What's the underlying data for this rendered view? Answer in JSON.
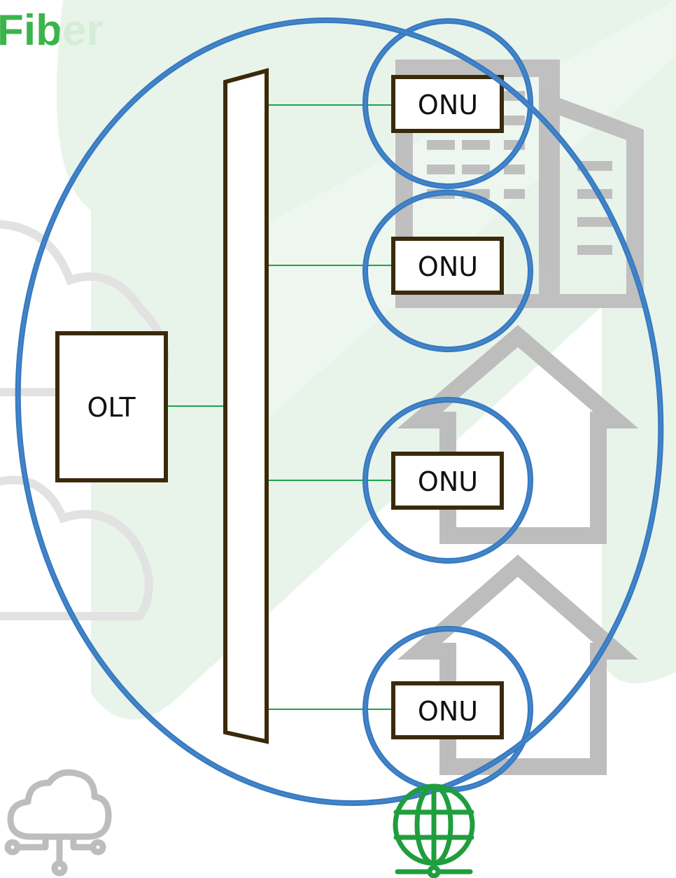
{
  "title": "Fiber",
  "olt": {
    "label": "OLT"
  },
  "onus": [
    {
      "label": "ONU"
    },
    {
      "label": "ONU"
    },
    {
      "label": "ONU"
    },
    {
      "label": "ONU"
    }
  ],
  "colors": {
    "title": "#3cb44b",
    "fiber_line": "#1fa34a",
    "box_border": "#3a2a0a",
    "ellipse": "#2f74bd",
    "background_shape": "#e6f3e8",
    "building": "#bdbdbd",
    "cloud": "#e2e2e2",
    "cloud_icon": "#bdbdbd",
    "globe_icon": "#1f9e3e"
  },
  "icons": [
    "cloud-network-icon",
    "globe-network-icon",
    "office-building-icon",
    "house-icon"
  ]
}
